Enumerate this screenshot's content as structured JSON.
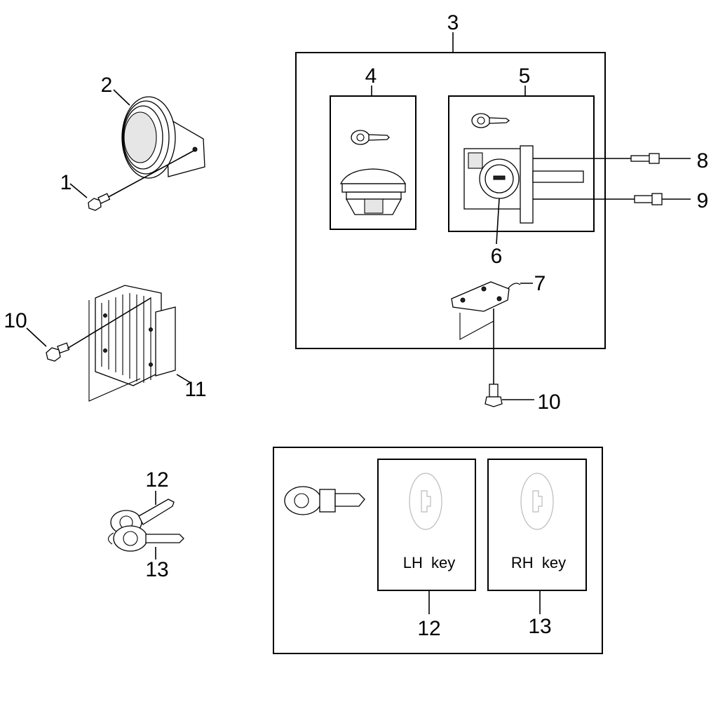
{
  "callouts": {
    "c1": "1",
    "c2": "2",
    "c3": "3",
    "c4": "4",
    "c5": "5",
    "c6": "6",
    "c7": "7",
    "c8": "8",
    "c9": "9",
    "c10_left": "10",
    "c10_bottom": "10",
    "c11": "11",
    "c12_top": "12",
    "c13_bottom": "13",
    "c12_box": "12",
    "c13_box": "13"
  },
  "key_boxes": {
    "left_label": "LH  key",
    "right_label": "RH  key"
  }
}
